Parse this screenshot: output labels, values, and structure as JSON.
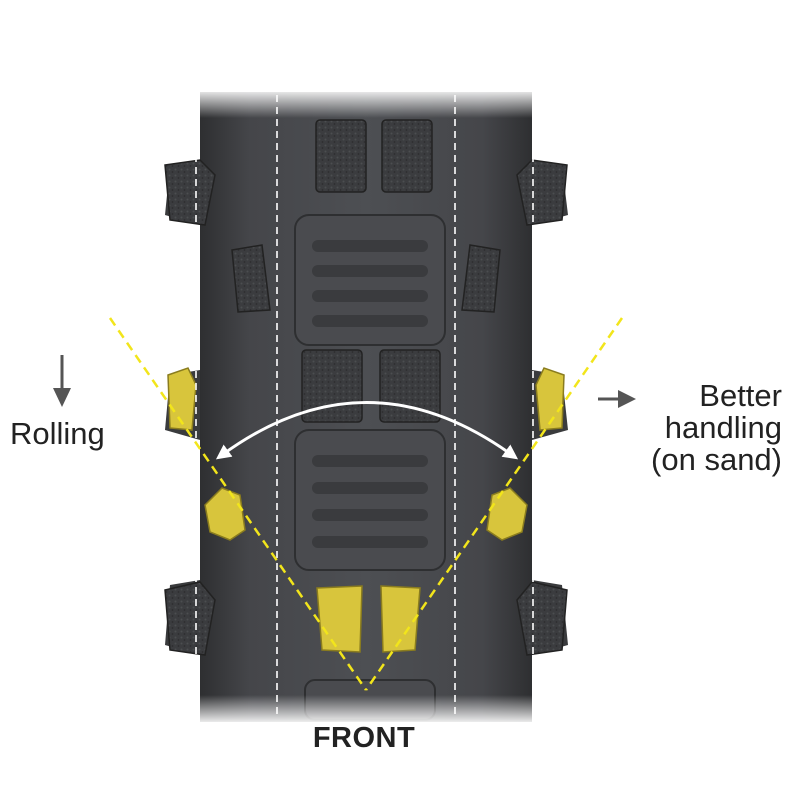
{
  "labels": {
    "rolling": "Rolling",
    "better_line1": "Better",
    "better_line2": "handling",
    "better_line3": "(on sand)",
    "front": "FRONT"
  },
  "colors": {
    "tire_dark": "#3a3b3d",
    "tire_mid": "#4a4b4e",
    "tire_light": "#5a5c60",
    "highlight_yellow": "#d8c53c",
    "guide_line_yellow": "#f2e51b",
    "arrow_gray": "#555555",
    "dash_white": "#ffffff"
  },
  "icons": [
    "down-arrow-icon",
    "right-arrow-icon",
    "double-headed-arc-arrow-icon"
  ]
}
